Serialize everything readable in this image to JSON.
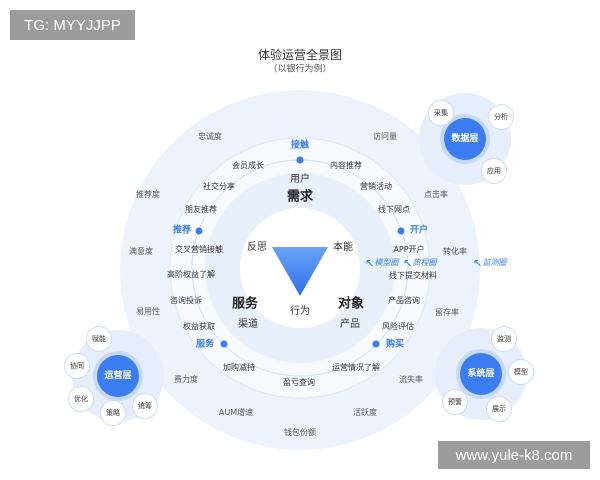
{
  "watermarks": {
    "top_left": "TG: MYYJJPP",
    "bottom_right": "www.yule-k8.com"
  },
  "title": "体验运营全景图",
  "subtitle": "（以银行为例）",
  "colors": {
    "accent": "#3b7cf0",
    "outer_disc": "#edf3fc",
    "satellite_halo": "#e6eefb"
  },
  "icons": {
    "circle_tag_arrow": "arrow-icon",
    "stage_marker": "dot-icon"
  },
  "outer_metrics": [
    "忠诚度",
    "访问量",
    "推荐度",
    "点击率",
    "满意度",
    "转化率",
    "易用性",
    "留存率",
    "费力度",
    "流失率",
    "AUM增速",
    "活跃度",
    "钱包份额"
  ],
  "journey_stages": [
    "接触",
    "推荐",
    "开户",
    "服务",
    "购买"
  ],
  "touchpoints": [
    "会员成长",
    "内容推荐",
    "社交分享",
    "营销活动",
    "朋友推荐",
    "线下网点",
    "交叉营销接触",
    "APP开户",
    "高阶权益了解",
    "线下提交材料",
    "咨询投诉",
    "产品咨询",
    "权益获取",
    "风险评估",
    "加购减持",
    "运营情况了解",
    "盈亏查询"
  ],
  "core": {
    "user": "用户",
    "demand": "需求",
    "reflection": "反思",
    "instinct": "本能",
    "service": "服务",
    "channel": "渠道",
    "object": "对象",
    "product": "产品",
    "behavior": "行为"
  },
  "circle_tags": [
    "模型圈",
    "旅程圈",
    "监测圈"
  ],
  "layers": {
    "data": {
      "label": "数据层",
      "items": [
        "采集",
        "分析",
        "应用"
      ]
    },
    "operation": {
      "label": "运营层",
      "items": [
        "赋能",
        "协同",
        "优化",
        "策略",
        "统筹"
      ]
    },
    "system": {
      "label": "系统层",
      "items": [
        "监测",
        "模型",
        "预警",
        "展示"
      ]
    }
  }
}
